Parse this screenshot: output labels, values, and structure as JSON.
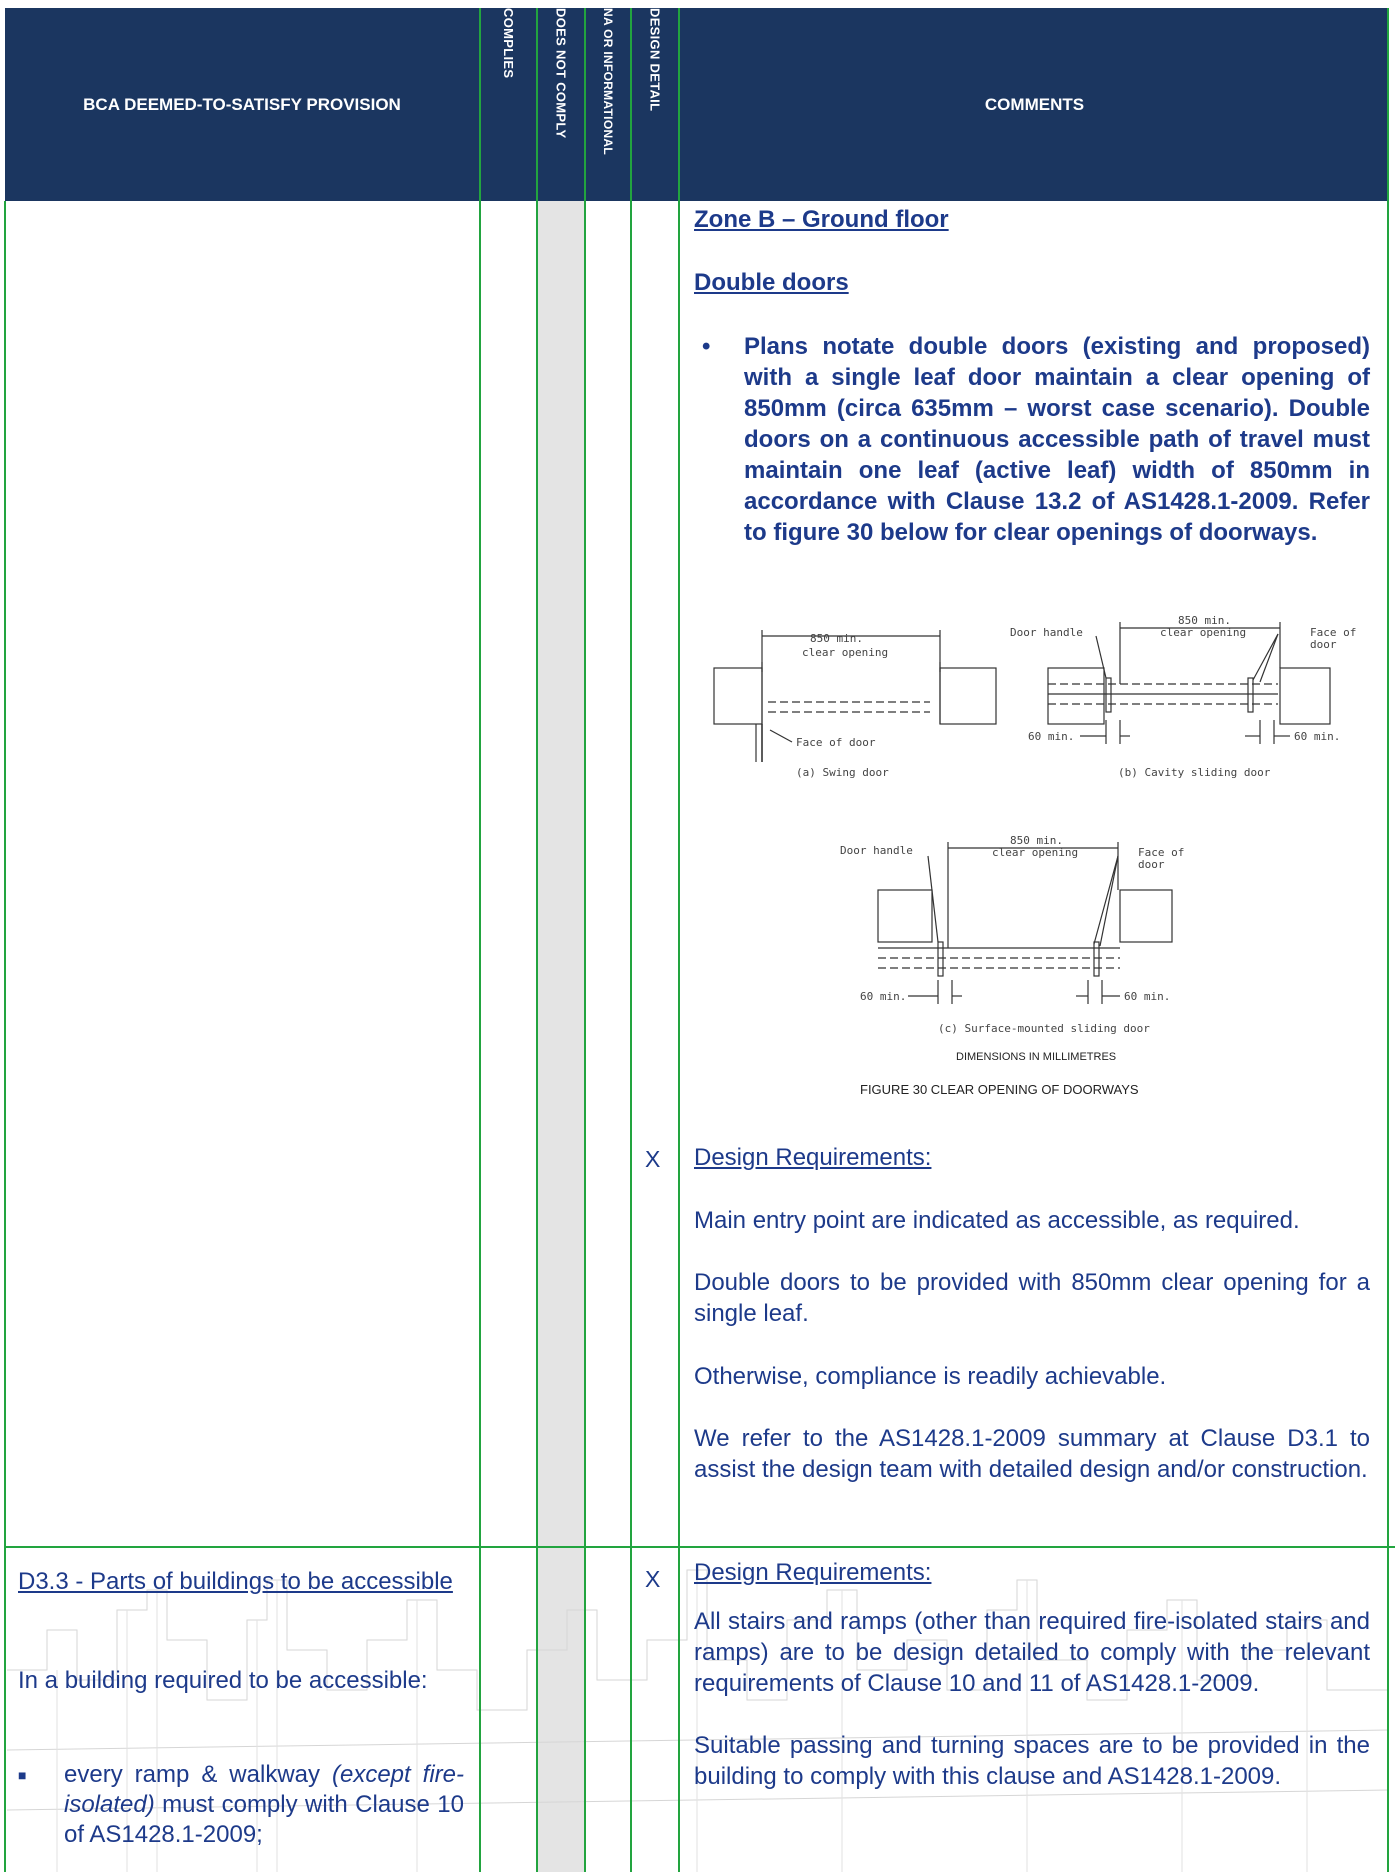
{
  "header": {
    "provision": "BCA DEEMED-TO-SATISFY PROVISION",
    "complies": "COMPLIES",
    "does_not_comply": "DOES NOT COMPLY",
    "na": "NA OR INFORMATIONAL",
    "design_detail": "DESIGN DETAIL",
    "comments": "COMMENTS"
  },
  "colors": {
    "header_bg": "#1b3660",
    "grid_green": "#22a43f",
    "text_blue": "#1d3a8a",
    "shade_grey": "#e4e4e4"
  },
  "row1": {
    "zone_heading": "Zone B – Ground floor",
    "sub_heading": "Double doors",
    "bullet_text": "Plans notate double doors (existing and proposed) with a single leaf door maintain a clear opening of 850mm (circa 635mm – worst case scenario). Double doors on a continuous accessible path of travel must maintain one leaf (active leaf) width of 850mm in accordance with Clause 13.2 of AS1428.1-2009. Refer to figure 30 below for clear openings of doorways.",
    "design_detail_mark": "X",
    "design_req_heading": "Design Requirements:",
    "paragraphs": [
      "Main entry point are indicated as accessible, as required.",
      "Double doors to be provided with 850mm clear opening for a single leaf.",
      "Otherwise, compliance is readily achievable.",
      "We refer to the AS1428.1-2009 summary at Clause D3.1 to assist the design team with detailed design and/or construction."
    ]
  },
  "figure": {
    "a_min": "850 min.",
    "a_clear": "clear opening",
    "a_face": "Face of door",
    "a_caption": "(a) Swing door",
    "b_handle": "Door handle",
    "b_min": "850 min.",
    "b_clear": "clear opening",
    "b_face1": "Face of",
    "b_face2": "door",
    "b_60left": "60 min.",
    "b_60right": "60 min.",
    "b_caption": "(b) Cavity sliding door",
    "c_handle": "Door handle",
    "c_min": "850 min.",
    "c_clear": "clear opening",
    "c_face1": "Face of",
    "c_face2": "door",
    "c_60left": "60 min.",
    "c_60right": "60 min.",
    "c_caption": "(c) Surface-mounted sliding door",
    "dims_note": "DIMENSIONS IN MILLIMETRES",
    "figure_title": "FIGURE 30 CLEAR OPENING OF DOORWAYS"
  },
  "row2": {
    "provision_title": "D3.3 - Parts of buildings to be accessible",
    "intro": "In a building required to be accessible:",
    "bullet_pre": "every ramp & walkway ",
    "bullet_italic": "(except fire-isolated)",
    "bullet_post": " must comply with Clause 10 of AS1428.1-2009;",
    "design_detail_mark": "X",
    "design_req_heading": "Design Requirements:",
    "paragraphs": [
      "All stairs and ramps (other than required fire-isolated stairs and ramps) are to be design detailed to comply with the relevant requirements of Clause 10 and 11 of AS1428.1-2009.",
      "Suitable passing and turning spaces are to be provided in the building to comply with this clause and AS1428.1-2009."
    ]
  }
}
